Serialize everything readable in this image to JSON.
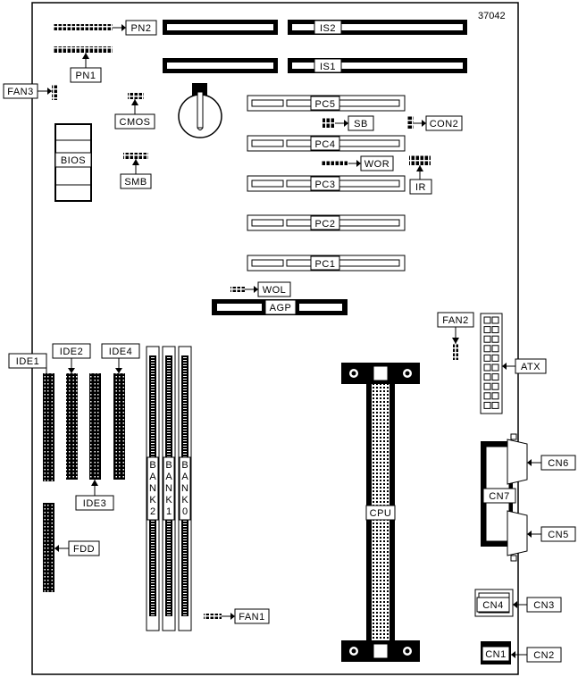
{
  "diagram_id": "37042",
  "labels": {
    "pn2": "PN2",
    "pn1": "PN1",
    "fan3": "FAN3",
    "is2": "IS2",
    "is1": "IS1",
    "cmos": "CMOS",
    "bios": "BIOS",
    "smb": "SMB",
    "pc5": "PC5",
    "pc4": "PC4",
    "pc3": "PC3",
    "pc2": "PC2",
    "pc1": "PC1",
    "sb": "SB",
    "con2": "CON2",
    "wor": "WOR",
    "ir": "IR",
    "wol": "WOL",
    "agp": "AGP",
    "fan2": "FAN2",
    "atx": "ATX",
    "ide1": "IDE1",
    "ide2": "IDE2",
    "ide3": "IDE3",
    "ide4": "IDE4",
    "fdd": "FDD",
    "bank2": "BANK2",
    "bank1": "BANK1",
    "bank0": "BANK0",
    "cpu": "CPU",
    "fan1": "FAN1",
    "cn6": "CN6",
    "cn7": "CN7",
    "cn5": "CN5",
    "cn4": "CN4",
    "cn3": "CN3",
    "cn1": "CN1",
    "cn2": "CN2"
  }
}
